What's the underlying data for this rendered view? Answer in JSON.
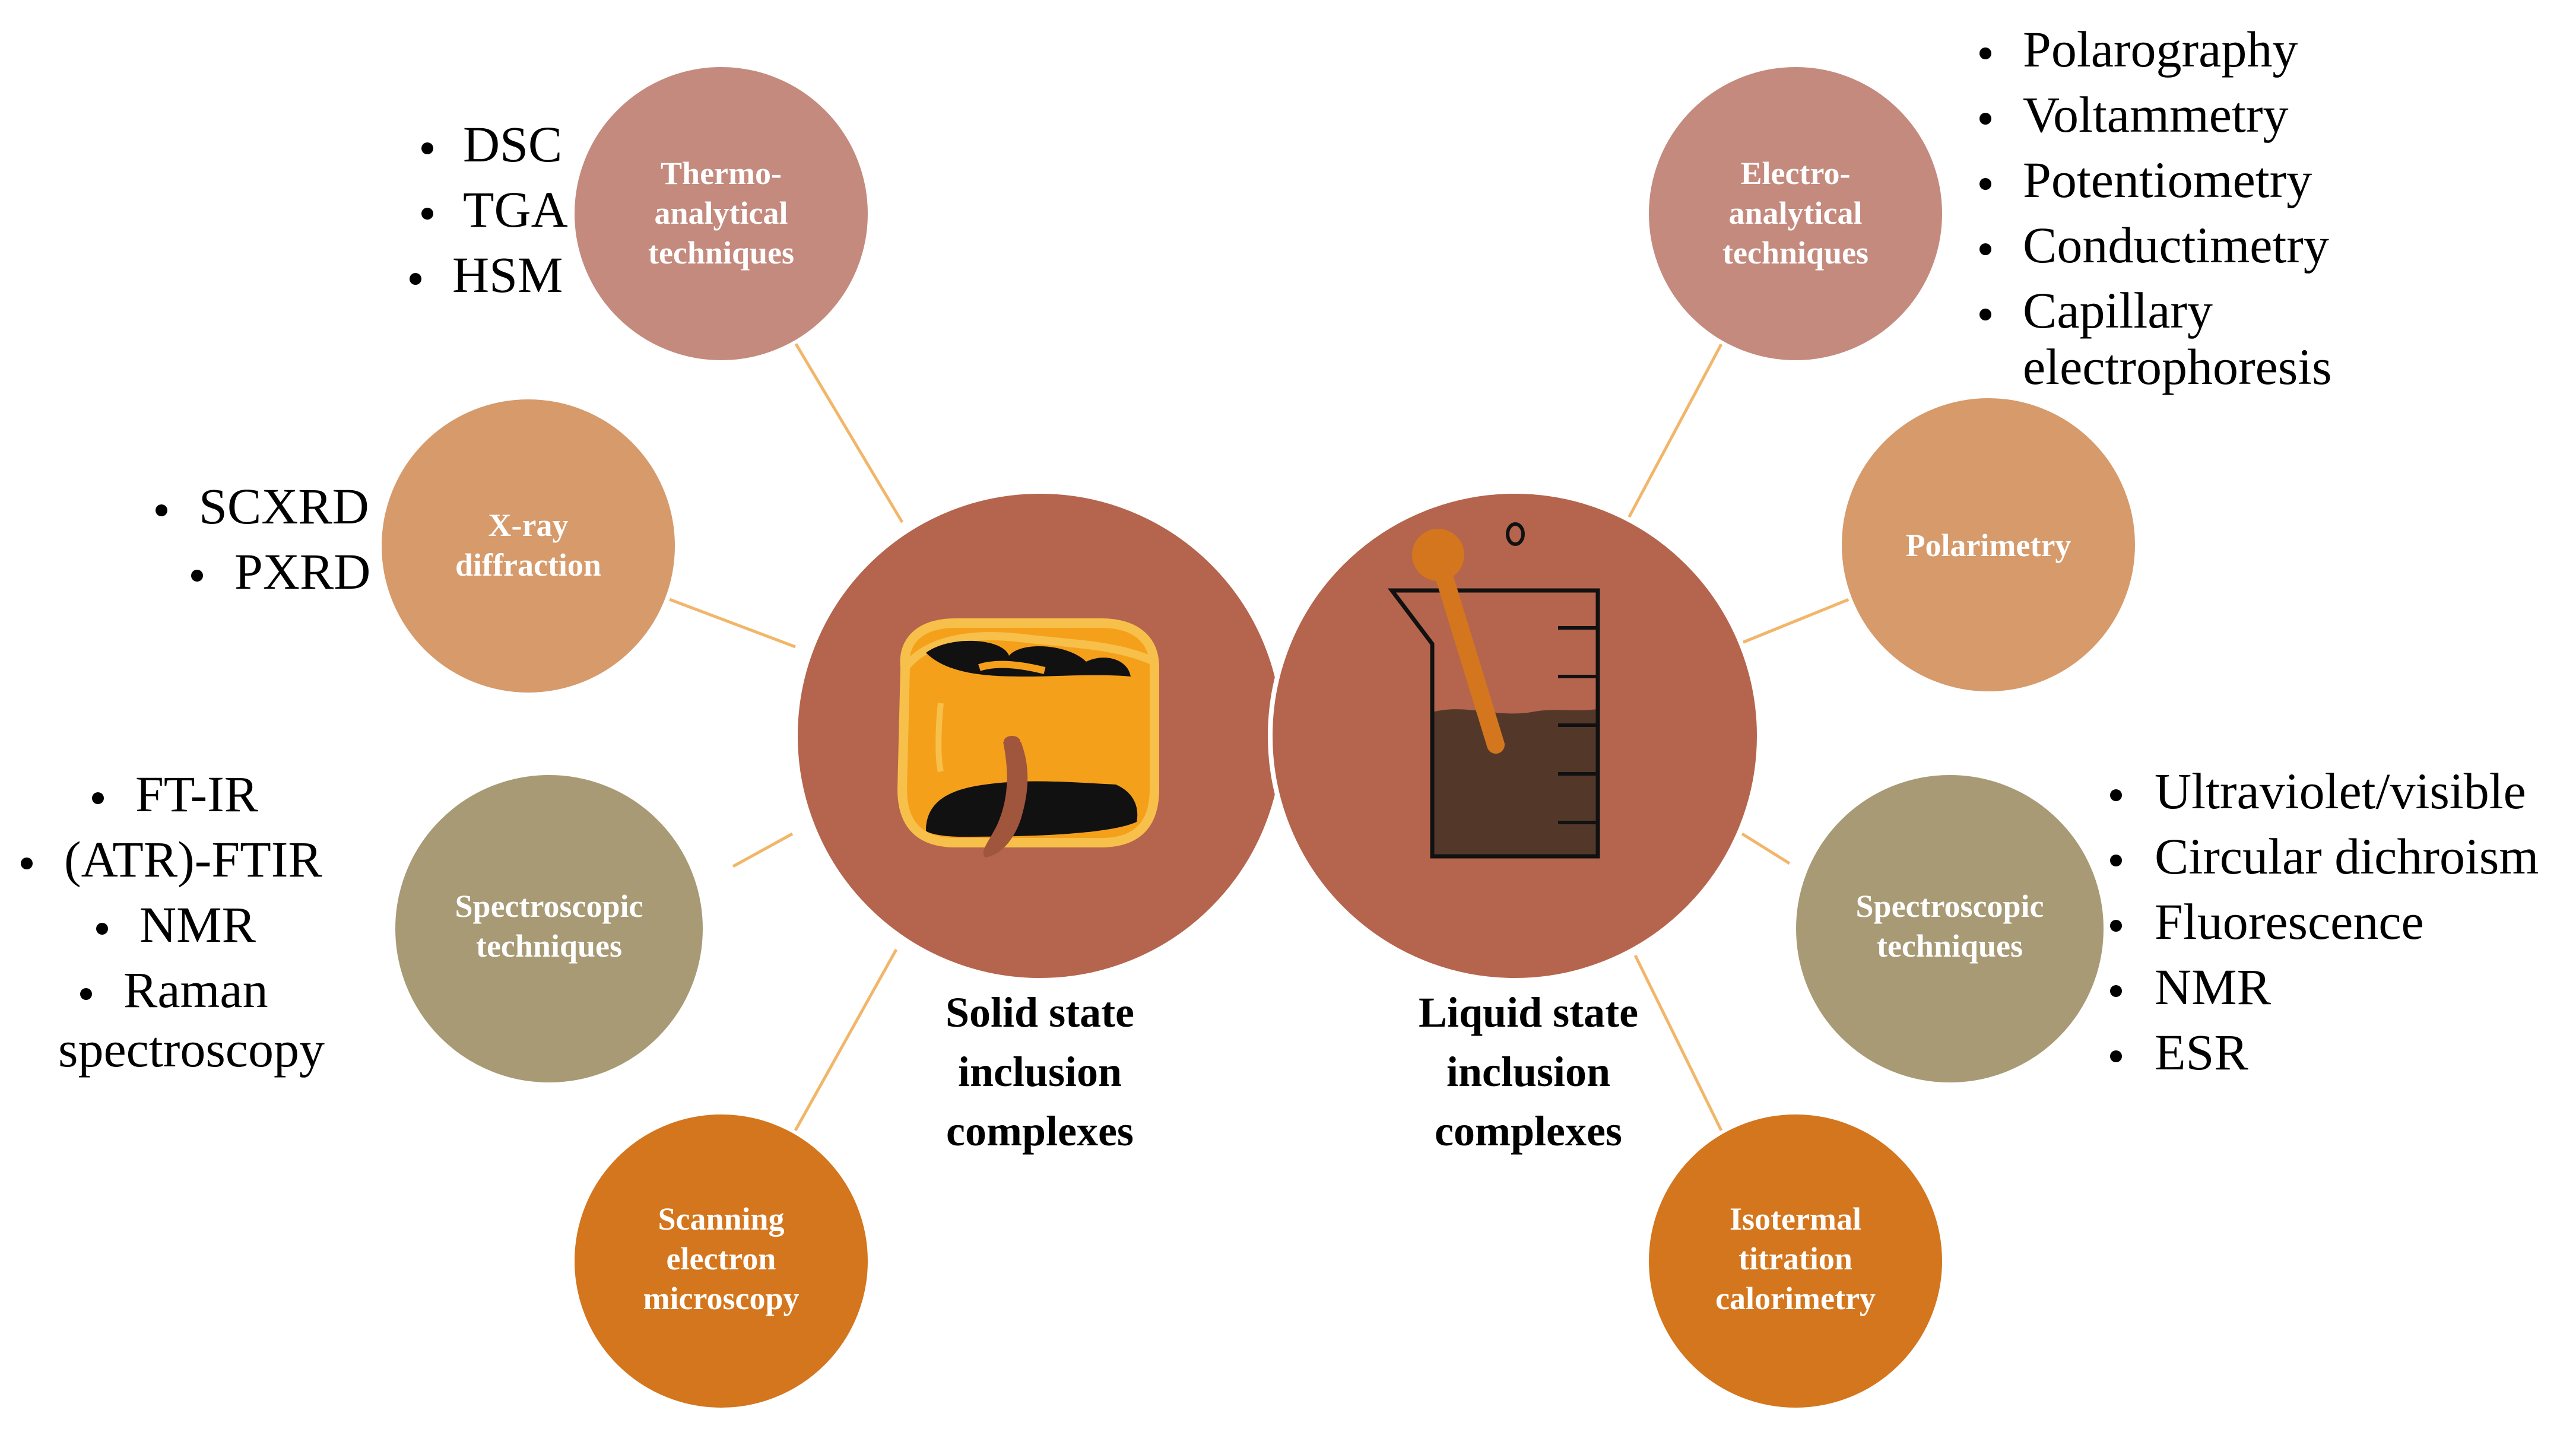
{
  "colors": {
    "hub": "#b5654d",
    "connector": "#f2b66a",
    "thermo": "#c48a7e",
    "xray": "#d69a6b",
    "spectro": "#a79a75",
    "sem": "#d4761d",
    "electro": "#c48a7e",
    "polarimetry": "#d69a6b",
    "itc": "#d4761d",
    "ice": "#f5a01b",
    "liquid": "#53382a",
    "spoon": "#d4761d"
  },
  "hubs": {
    "solid": {
      "caption": [
        "Solid state",
        "inclusion",
        "complexes"
      ],
      "icon": "ice-cube-icon"
    },
    "liquid": {
      "caption": [
        "Liquid state",
        "inclusion",
        "complexes"
      ],
      "icon": "beaker-icon"
    }
  },
  "nodes": [
    {
      "id": "thermo",
      "hub": "solid",
      "label": [
        "Thermo-",
        "analytical",
        "techniques"
      ],
      "items": [
        "DSC",
        "TGA",
        "HSM"
      ]
    },
    {
      "id": "xray",
      "hub": "solid",
      "label": [
        "X-ray",
        "diffraction"
      ],
      "items": [
        "SCXRD",
        "PXRD"
      ]
    },
    {
      "id": "spectro-solid",
      "hub": "solid",
      "label": [
        "Spectroscopic",
        "techniques"
      ],
      "items": [
        "FT-IR",
        "(ATR)-FTIR",
        "NMR",
        "Raman",
        "spectroscopy"
      ]
    },
    {
      "id": "sem",
      "hub": "solid",
      "label": [
        "Scanning",
        "electron",
        "microscopy"
      ],
      "items": []
    },
    {
      "id": "electro",
      "hub": "liquid",
      "label": [
        "Electro-",
        "analytical",
        "techniques"
      ],
      "items": [
        "Polarography",
        "Voltammetry",
        "Potentiometry",
        "Conductimetry",
        "Capillary",
        "electrophoresis"
      ]
    },
    {
      "id": "polarimetry",
      "hub": "liquid",
      "label": [
        "Polarimetry"
      ],
      "items": []
    },
    {
      "id": "spectro-liquid",
      "hub": "liquid",
      "label": [
        "Spectroscopic",
        "techniques"
      ],
      "items": [
        "Ultraviolet/visible",
        "Circular dichroism",
        "Fluorescence",
        "NMR",
        "ESR"
      ]
    },
    {
      "id": "itc",
      "hub": "liquid",
      "label": [
        "Isotermal",
        "titration",
        "calorimetry"
      ],
      "items": []
    }
  ]
}
